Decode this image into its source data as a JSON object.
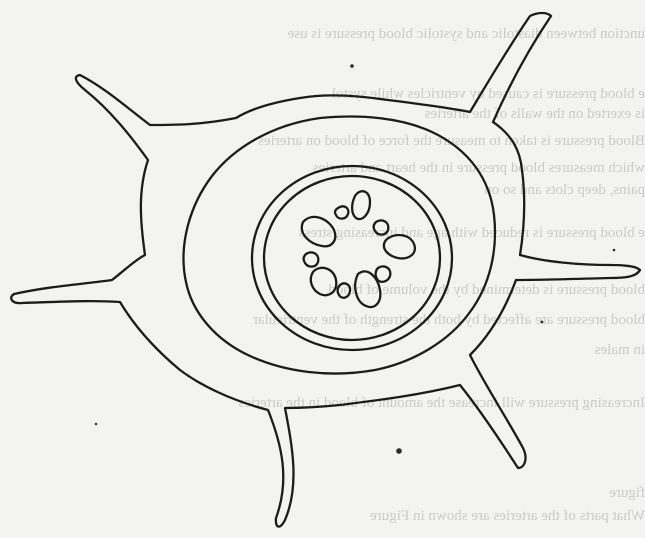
{
  "figure": {
    "label": "",
    "line_color": "#1c1c1c",
    "paper_color": "#f3f3f1",
    "show_through_color": "#bdbdbb"
  },
  "show_through": [
    "unction between diastolic and systolic blood pressure is use",
    "e blood pressure is caused by ventricles while systol",
    "is exerted on the walls of the arteries",
    "Blood pressure is taken to measure the force of blood on arteries",
    "which measures blood pressure in the heart and arteries",
    "pains, deep clots and so on",
    "e blood pressure is reduced with age and increasing stress",
    "blood pressure is determined by the volume of blood",
    "blood pressure are affected by both the strength of the ventricular",
    "in males",
    "Increasing pressure will increase the amount of blood in the arteries",
    "figure",
    "What parts of the arteries are shown in Figure"
  ]
}
